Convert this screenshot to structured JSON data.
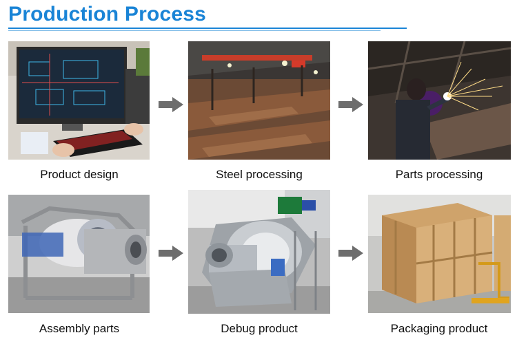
{
  "header": {
    "title": "Production Process"
  },
  "steps": [
    {
      "label": "Product design"
    },
    {
      "label": "Steel processing"
    },
    {
      "label": "Parts processing"
    },
    {
      "label": "Assembly parts"
    },
    {
      "label": "Debug product"
    },
    {
      "label": "Packaging product"
    }
  ],
  "colors": {
    "title": "#1a84d6",
    "arrow": "#6d6d6d"
  },
  "icons": {
    "flow_arrow": "right-arrow-icon"
  }
}
